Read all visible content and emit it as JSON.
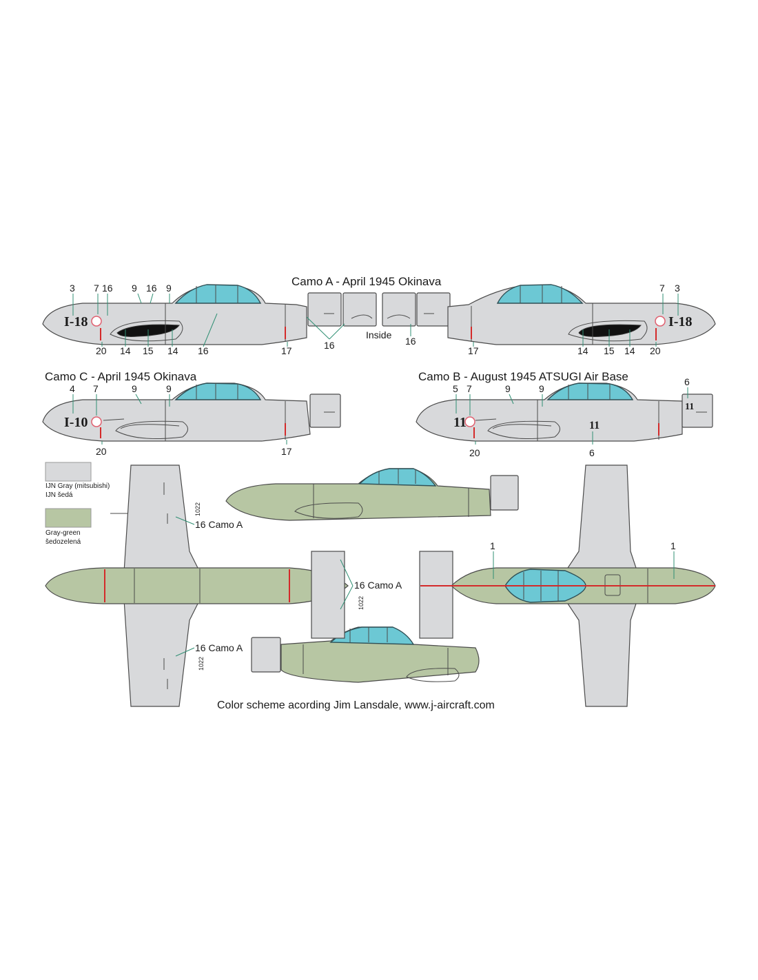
{
  "titles": {
    "camo_a": "Camo A - April 1945 Okinava",
    "camo_c": "Camo C - April 1945 Okinava",
    "camo_b": "Camo B - August 1945 ATSUGI Air Base"
  },
  "labels": {
    "inside": "Inside",
    "camo_a_ref": "16 Camo A",
    "credit": "Color scheme acording Jim Lansdale, www.j-aircraft.com",
    "stencil": "1022"
  },
  "codes": {
    "a": "I-18",
    "c": "I-10",
    "b": "11"
  },
  "legend": [
    {
      "color": "#d8d9db",
      "line1": "IJN Gray (mitsubishi)",
      "line2": "IJN šedá"
    },
    {
      "color": "#b7c6a3",
      "line1": "Gray-green",
      "line2": "šedozelená"
    }
  ],
  "callouts": {
    "a_left_top": [
      "3",
      "7",
      "16",
      "9",
      "16",
      "9"
    ],
    "a_left_bottom": [
      "20",
      "14",
      "15",
      "14",
      "16",
      "17",
      "16"
    ],
    "a_right_top": [
      "7",
      "3"
    ],
    "a_right_bottom": [
      "16",
      "17",
      "14",
      "15",
      "14",
      "20"
    ],
    "c_top": [
      "4",
      "7",
      "9",
      "9"
    ],
    "c_bottom": [
      "20",
      "17"
    ],
    "b_top": [
      "5",
      "7",
      "9",
      "9",
      "6"
    ],
    "b_bottom": [
      "20",
      "6"
    ],
    "plan": [
      "1",
      "1"
    ]
  },
  "colors": {
    "ijn_gray": "#d8d9db",
    "gray_green": "#b7c6a3",
    "canopy": "#6cc8d4",
    "hinomaru_outline": "#e06070",
    "stripe": "#d42a2a"
  }
}
